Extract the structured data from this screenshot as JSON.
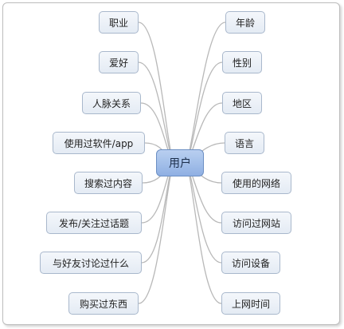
{
  "center": {
    "label": "用户"
  },
  "left_nodes": [
    {
      "label": "职业"
    },
    {
      "label": "爱好"
    },
    {
      "label": "人脉关系"
    },
    {
      "label": "使用过软件/app"
    },
    {
      "label": "搜索过内容"
    },
    {
      "label": "发布/关注过话题"
    },
    {
      "label": "与好友讨论过什么"
    },
    {
      "label": "购买过东西"
    }
  ],
  "right_nodes": [
    {
      "label": "年龄"
    },
    {
      "label": "性别"
    },
    {
      "label": "地区"
    },
    {
      "label": "语言"
    },
    {
      "label": "使用的网络"
    },
    {
      "label": "访问过网站"
    },
    {
      "label": "访问设备"
    },
    {
      "label": "上网时间"
    }
  ],
  "colors": {
    "link": "#b8b8b8",
    "node_border": "#a9b8cc",
    "center_fill": "#9fbbe8"
  }
}
